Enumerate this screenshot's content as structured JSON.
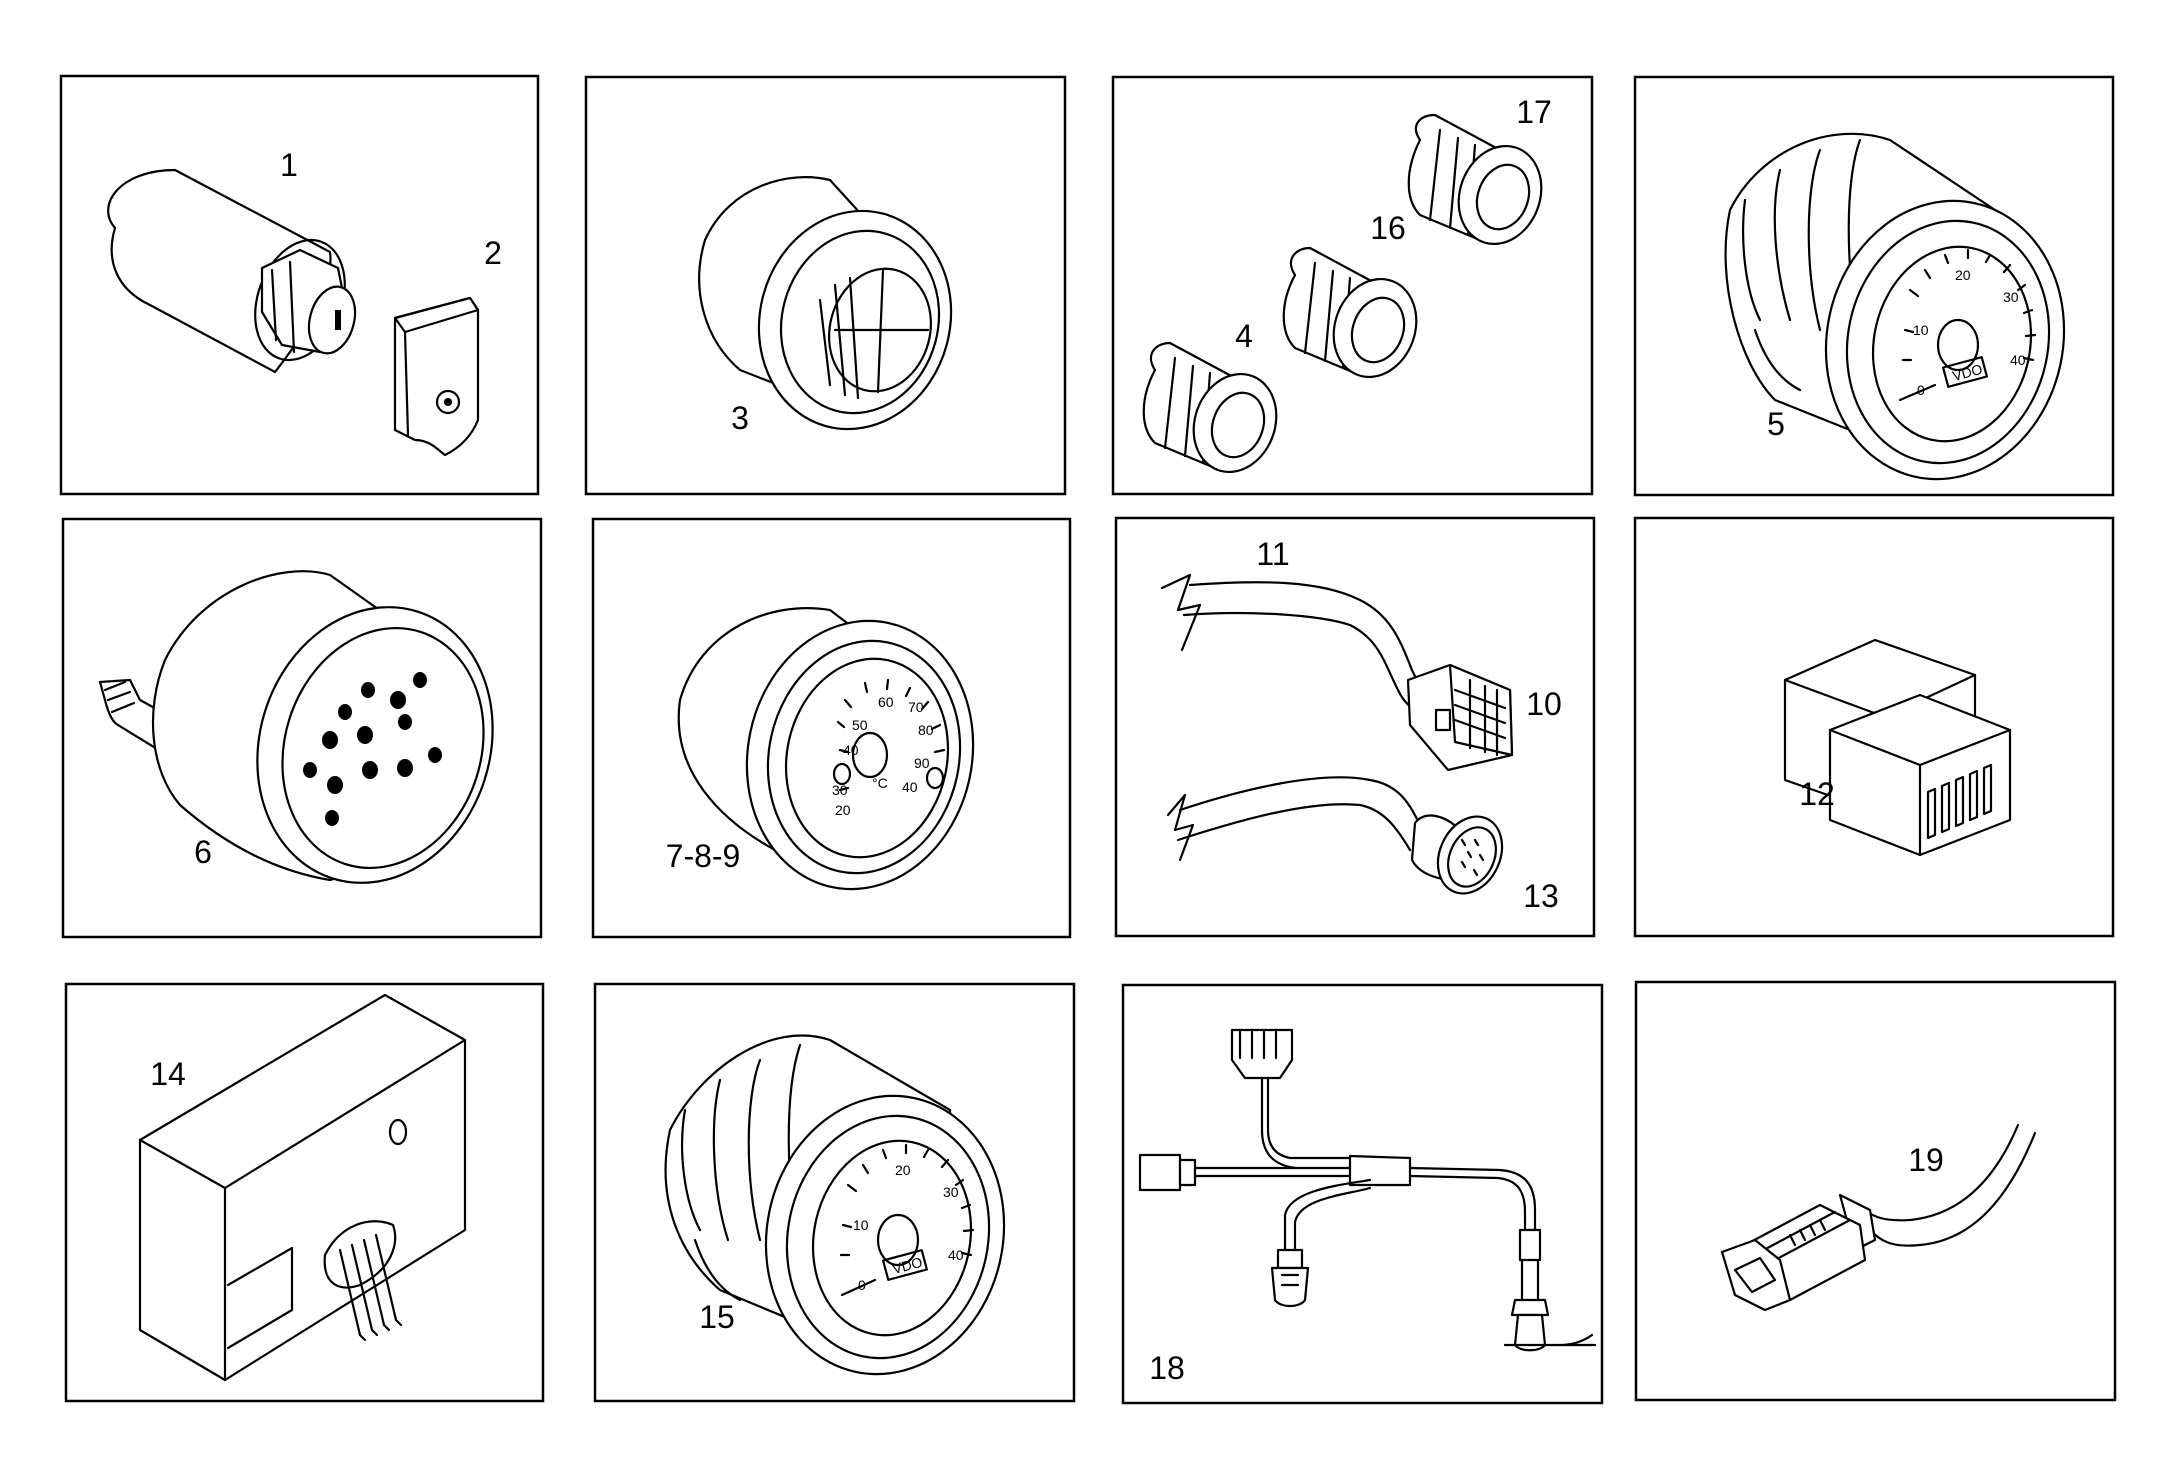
{
  "panels": [
    {
      "id": "p1",
      "labels": [
        "1",
        "2"
      ]
    },
    {
      "id": "p2",
      "labels": [
        "3"
      ]
    },
    {
      "id": "p3",
      "labels": [
        "17",
        "16",
        "4"
      ]
    },
    {
      "id": "p4",
      "labels": [
        "5"
      ]
    },
    {
      "id": "p5",
      "labels": [
        "6"
      ]
    },
    {
      "id": "p6",
      "labels": [
        "7-8-9"
      ]
    },
    {
      "id": "p7",
      "labels": [
        "11",
        "10",
        "13"
      ]
    },
    {
      "id": "p8",
      "labels": [
        "12"
      ]
    },
    {
      "id": "p9",
      "labels": [
        "14"
      ]
    },
    {
      "id": "p10",
      "labels": [
        "15"
      ]
    },
    {
      "id": "p11",
      "labels": [
        "18"
      ]
    },
    {
      "id": "p12",
      "labels": [
        "19"
      ]
    }
  ],
  "gauges": {
    "speedo_ticks": [
      "10",
      "20",
      "30",
      "40",
      "0"
    ],
    "speedo_brand": "VDO",
    "temp_ticks": [
      "20",
      "30",
      "40",
      "50",
      "60",
      "70",
      "80",
      "90",
      "40"
    ],
    "temp_unit": "°C"
  }
}
